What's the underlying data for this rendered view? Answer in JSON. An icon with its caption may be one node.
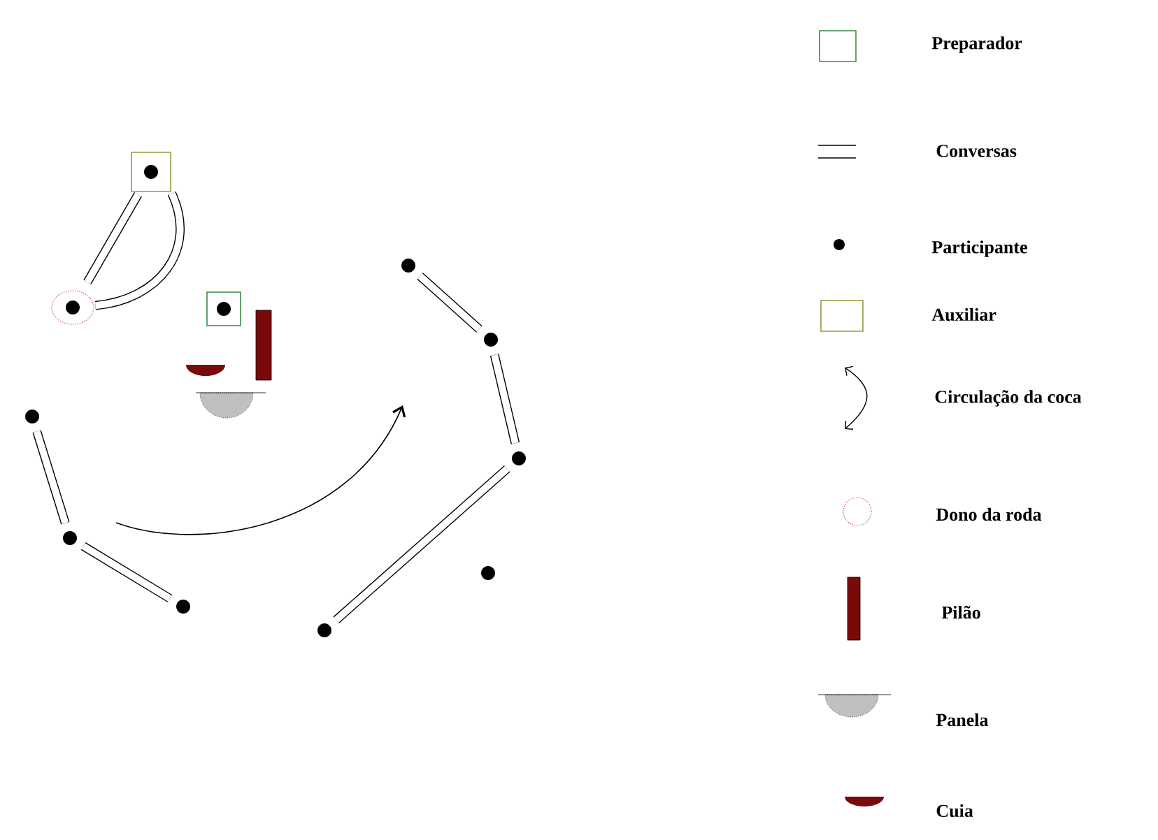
{
  "diagram": {
    "nodes": [
      {
        "text": [],
        "shape": "box"
      },
      {
        "text": [],
        "shape": "circle",
        "in": 0
      },
      {
        "text": [],
        "shape": "circle"
      },
      {
        "text": [],
        "shape": "circle"
      },
      {
        "text": [],
        "shape": "circle",
        "in": 3
      },
      {
        "text": [],
        "shape": "box"
      },
      {
        "text": [],
        "shape": "circle",
        "in": 5
      },
      {
        "text": [],
        "shape": "circle"
      },
      {
        "text": [],
        "shape": "circle"
      },
      {
        "text": [],
        "shape": "circle"
      },
      {
        "text": [],
        "shape": "circle"
      },
      {
        "text": [],
        "shape": "circle"
      },
      {
        "text": [],
        "shape": "circle"
      },
      {
        "text": [],
        "shape": "circle"
      }
    ],
    "edges": [
      {
        "from": 0,
        "to": 3,
        "arrow": "none"
      },
      {
        "from": 0,
        "to": 3,
        "arrow": "none"
      },
      {
        "from": 2,
        "to": 7,
        "arrow": "none"
      },
      {
        "from": 7,
        "to": 9,
        "arrow": "none"
      },
      {
        "from": 9,
        "to": 13,
        "arrow": "none"
      },
      {
        "from": 8,
        "to": 10,
        "arrow": "none"
      },
      {
        "from": 10,
        "to": 12,
        "arrow": "none"
      }
    ],
    "legend": [
      {
        "text": "Preparador"
      },
      {
        "text": "Conversas"
      },
      {
        "text": "Participante"
      },
      {
        "text": "Auxiliar"
      },
      {
        "text": "Circulação da coca"
      },
      {
        "text": "Dono da roda"
      },
      {
        "text": "Pilão"
      },
      {
        "text": "Panela"
      },
      {
        "text": "Cuia"
      }
    ]
  }
}
